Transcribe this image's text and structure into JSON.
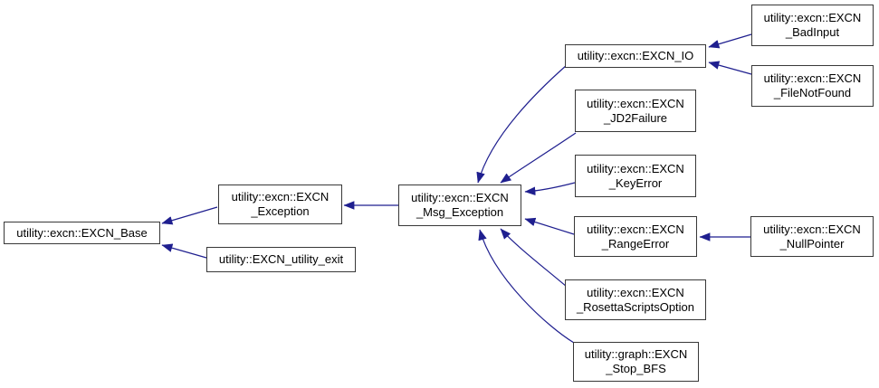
{
  "diagram": {
    "background": "#ffffff",
    "edge_color": "#1f1f8f",
    "border_color": "#383838",
    "box_fill": "#ffffff",
    "text_color": "#000000"
  },
  "nodes": {
    "base": {
      "line1": "utility::excn::EXCN_Base"
    },
    "exception": {
      "line1": "utility::excn::EXCN",
      "line2": "_Exception"
    },
    "utility_exit": {
      "line1": "utility::EXCN_utility_exit"
    },
    "msg_exception": {
      "line1": "utility::excn::EXCN",
      "line2": "_Msg_Exception"
    },
    "io": {
      "line1": "utility::excn::EXCN_IO"
    },
    "bad_input": {
      "line1": "utility::excn::EXCN",
      "line2": "_BadInput"
    },
    "file_not_found": {
      "line1": "utility::excn::EXCN",
      "line2": "_FileNotFound"
    },
    "jd2_failure": {
      "line1": "utility::excn::EXCN",
      "line2": "_JD2Failure"
    },
    "key_error": {
      "line1": "utility::excn::EXCN",
      "line2": "_KeyError"
    },
    "range_error": {
      "line1": "utility::excn::EXCN",
      "line2": "_RangeError"
    },
    "null_pointer": {
      "line1": "utility::excn::EXCN",
      "line2": "_NullPointer"
    },
    "rosetta_scripts_option": {
      "line1": "utility::excn::EXCN",
      "line2": "_RosettaScriptsOption"
    },
    "stop_bfs": {
      "line1": "utility::graph::EXCN",
      "line2": "_Stop_BFS"
    }
  }
}
